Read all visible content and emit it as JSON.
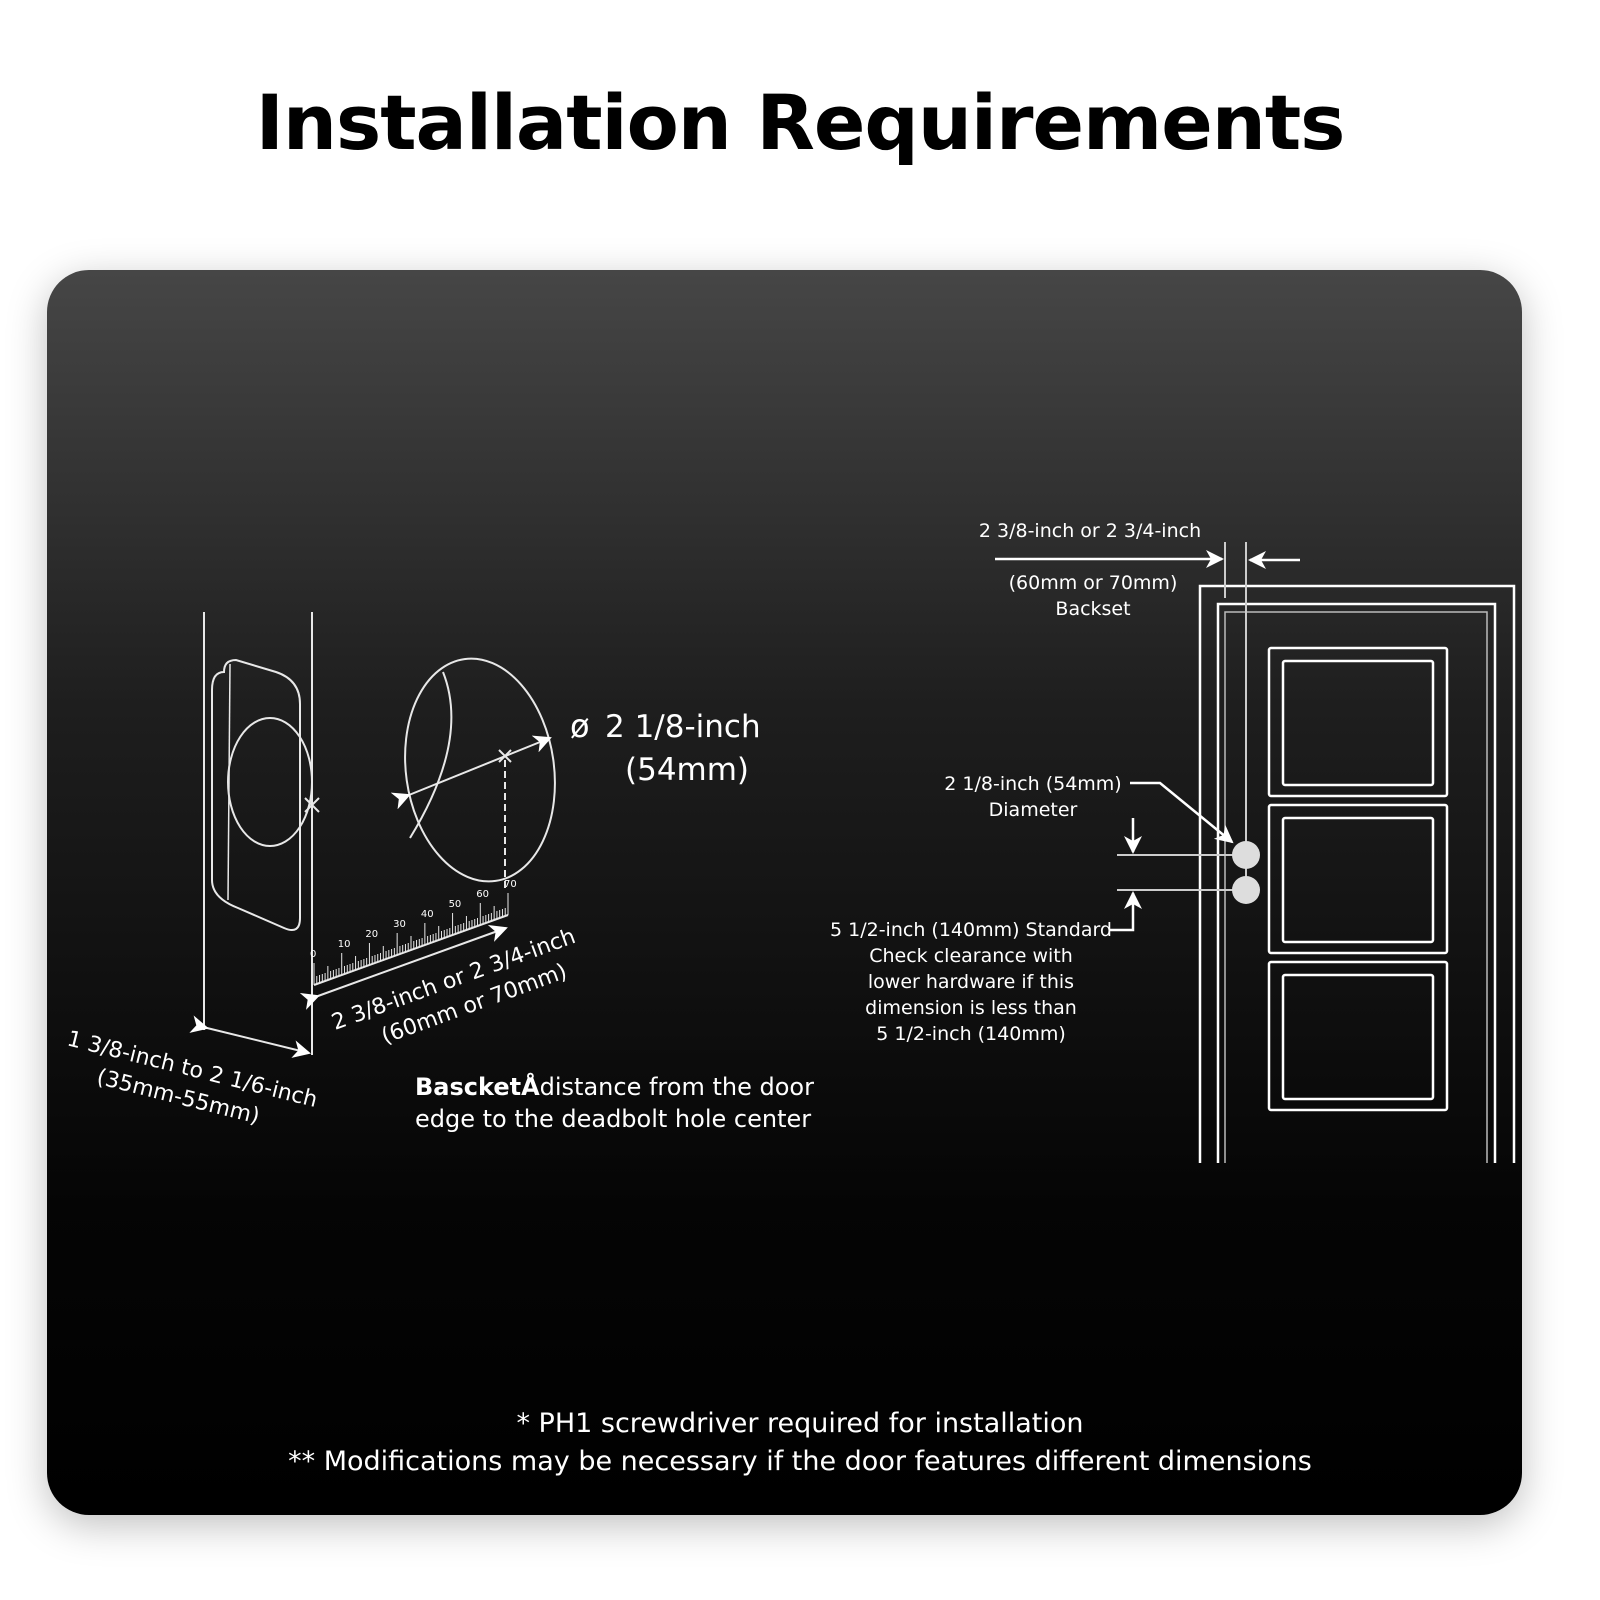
{
  "title": "Installation Requirements",
  "left_diagram": {
    "hole_diameter_label": "2 1/8-inch",
    "hole_diameter_mm": "(54mm)",
    "diameter_symbol": "ø",
    "door_thickness_label": "1 3/8-inch to 2 1/6-inch",
    "door_thickness_mm": "(35mm-55mm)",
    "backset_label": "2 3/8-inch or 2 3/4-inch",
    "backset_mm": "(60mm or 70mm)",
    "ruler_ticks": [
      "0",
      "10",
      "20",
      "30",
      "40",
      "50",
      "60",
      "70"
    ],
    "note_bold": "BascketÅ",
    "note_line1": "distance from the door",
    "note_line2": "edge to the deadbolt hole center"
  },
  "right_diagram": {
    "backset_label": "2 3/8-inch or 2 3/4-inch",
    "backset_mm": "(60mm or 70mm)",
    "backset_name": "Backset",
    "diameter_label": "2 1/8-inch (54mm)",
    "diameter_name": "Diameter",
    "clearance_lines": [
      "5 1/2-inch (140mm) Standard",
      "Check clearance with",
      "lower hardware if this",
      "dimension is less than",
      "5 1/2-inch (140mm)"
    ]
  },
  "footnotes": [
    "* PH1 screwdriver required for installation",
    "** Modifications may be necessary if the door features different dimensions"
  ],
  "colors": {
    "line": "#ffffff",
    "hole_fill": "#dddddd",
    "card_top": "#464646",
    "card_bottom": "#000000"
  }
}
